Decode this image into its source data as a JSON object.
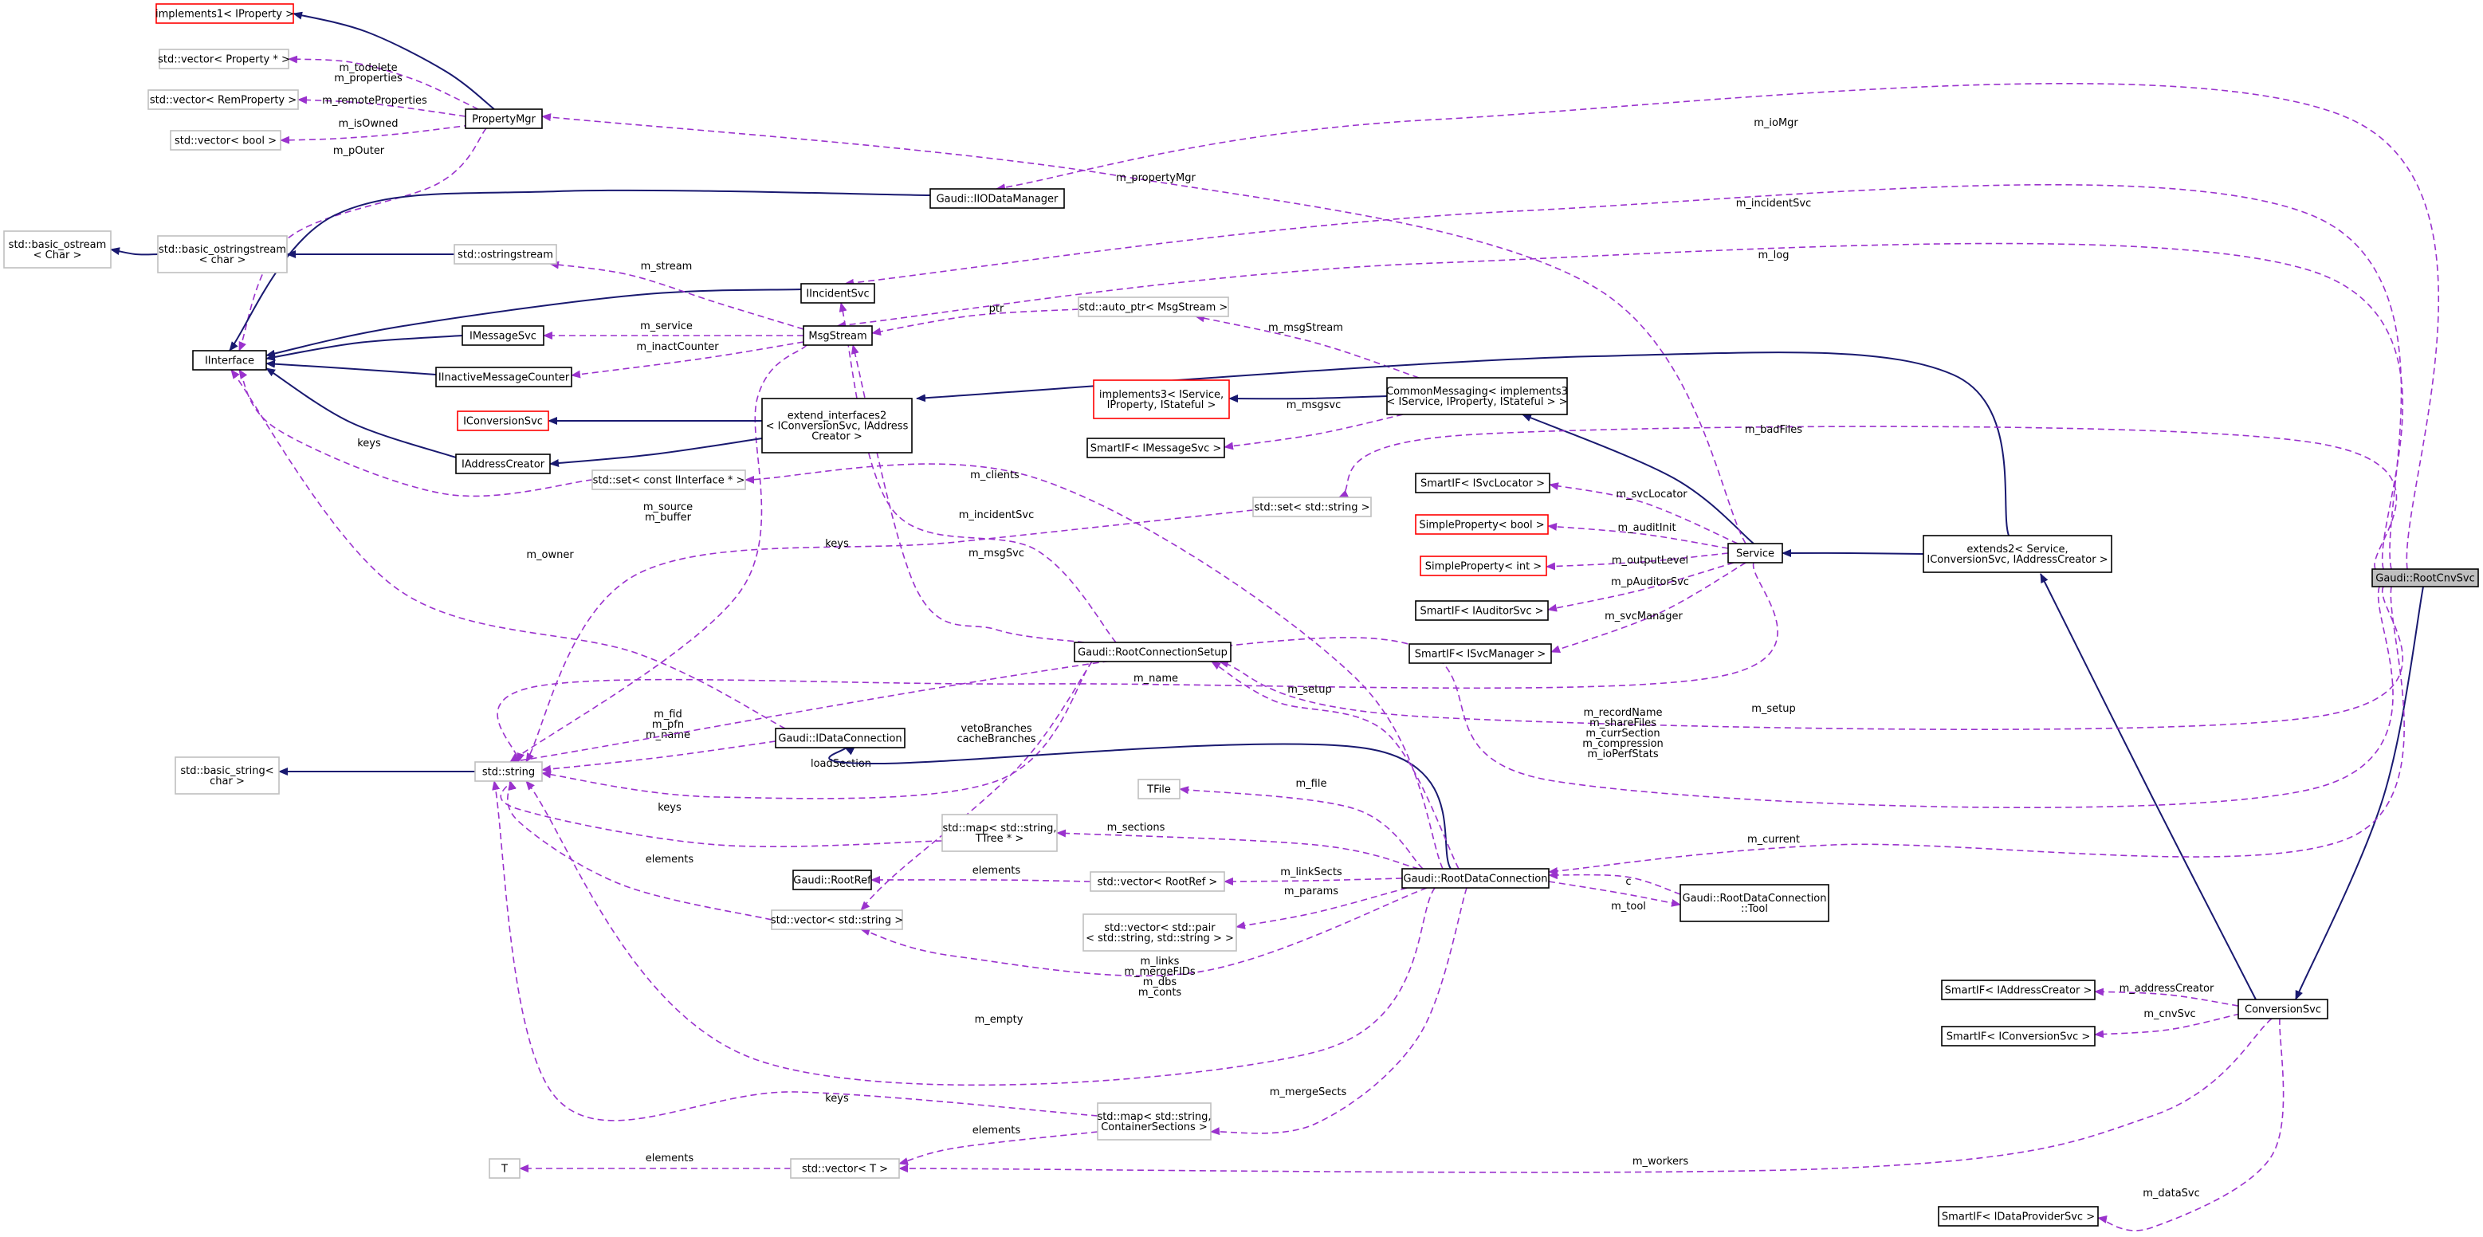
{
  "colors": {
    "inheritance": "#191970",
    "usage": "#9a32cd",
    "node_border": "#000000",
    "node_border_external": "#bfbfbf",
    "node_border_undocumented": "#ff0000",
    "selected_fill": "#bfbfbf"
  },
  "nodes": [
    {
      "id": "RootCnvSvc",
      "lines": [
        "Gaudi::RootCnvSvc"
      ],
      "style": "selected"
    },
    {
      "id": "implements1",
      "lines": [
        "implements1< IProperty >"
      ],
      "style": "red"
    },
    {
      "id": "vecProp",
      "lines": [
        "std::vector< Property * >"
      ],
      "style": "gray"
    },
    {
      "id": "vecRem",
      "lines": [
        "std::vector< RemProperty >"
      ],
      "style": "gray"
    },
    {
      "id": "vecBool",
      "lines": [
        "std::vector< bool >"
      ],
      "style": "gray"
    },
    {
      "id": "PropertyMgr",
      "lines": [
        "PropertyMgr"
      ],
      "style": "normal"
    },
    {
      "id": "basicOstream",
      "lines": [
        "std::basic_ostream",
        "< Char >"
      ],
      "style": "gray"
    },
    {
      "id": "basicOstringstream",
      "lines": [
        "std::basic_ostringstream",
        "< char >"
      ],
      "style": "gray"
    },
    {
      "id": "ostringstream",
      "lines": [
        "std::ostringstream"
      ],
      "style": "gray"
    },
    {
      "id": "IIODataManager",
      "lines": [
        "Gaudi::IIODataManager"
      ],
      "style": "normal"
    },
    {
      "id": "IInterface",
      "lines": [
        "IInterface"
      ],
      "style": "normal"
    },
    {
      "id": "IIncidentSvc",
      "lines": [
        "IIncidentSvc"
      ],
      "style": "normal"
    },
    {
      "id": "IMessageSvc",
      "lines": [
        "IMessageSvc"
      ],
      "style": "normal"
    },
    {
      "id": "MsgStream",
      "lines": [
        "MsgStream"
      ],
      "style": "normal"
    },
    {
      "id": "autoPtr",
      "lines": [
        "std::auto_ptr< MsgStream >"
      ],
      "style": "gray"
    },
    {
      "id": "IInactiveMessageCounter",
      "lines": [
        "IInactiveMessageCounter"
      ],
      "style": "normal"
    },
    {
      "id": "IConversionSvc",
      "lines": [
        "IConversionSvc"
      ],
      "style": "red"
    },
    {
      "id": "IAddressCreator",
      "lines": [
        "IAddressCreator"
      ],
      "style": "normal"
    },
    {
      "id": "extendInterfaces2",
      "lines": [
        "extend_interfaces2",
        "< IConversionSvc, IAddress",
        "Creator >"
      ],
      "style": "normal"
    },
    {
      "id": "implements3",
      "lines": [
        "implements3< IService,",
        "IProperty, IStateful >"
      ],
      "style": "red"
    },
    {
      "id": "CommonMessaging",
      "lines": [
        "CommonMessaging< implements3",
        "< IService, IProperty, IStateful > >"
      ],
      "style": "normal"
    },
    {
      "id": "SmartIFMsg",
      "lines": [
        "SmartIF< IMessageSvc >"
      ],
      "style": "normal"
    },
    {
      "id": "setIInterface",
      "lines": [
        "std::set< const IInterface * >"
      ],
      "style": "gray"
    },
    {
      "id": "setString",
      "lines": [
        "std::set< std::string >"
      ],
      "style": "gray"
    },
    {
      "id": "SmartIFSvcLocator",
      "lines": [
        "SmartIF< ISvcLocator >"
      ],
      "style": "normal"
    },
    {
      "id": "SimplePropBool",
      "lines": [
        "SimpleProperty< bool >"
      ],
      "style": "red"
    },
    {
      "id": "SimplePropInt",
      "lines": [
        "SimpleProperty< int >"
      ],
      "style": "red"
    },
    {
      "id": "SmartIFAuditor",
      "lines": [
        "SmartIF< IAuditorSvc >"
      ],
      "style": "normal"
    },
    {
      "id": "SmartIFSvcManager",
      "lines": [
        "SmartIF< ISvcManager >"
      ],
      "style": "normal"
    },
    {
      "id": "Service",
      "lines": [
        "Service"
      ],
      "style": "normal"
    },
    {
      "id": "extends2",
      "lines": [
        "extends2< Service,",
        "IConversionSvc, IAddressCreator >"
      ],
      "style": "normal"
    },
    {
      "id": "RootConnectionSetup",
      "lines": [
        "Gaudi::RootConnectionSetup"
      ],
      "style": "normal"
    },
    {
      "id": "basicString",
      "lines": [
        "std::basic_string<",
        "char >"
      ],
      "style": "gray"
    },
    {
      "id": "stdString",
      "lines": [
        "std::string"
      ],
      "style": "gray"
    },
    {
      "id": "IDataConnection",
      "lines": [
        "Gaudi::IDataConnection"
      ],
      "style": "normal"
    },
    {
      "id": "TFile",
      "lines": [
        "TFile"
      ],
      "style": "gray"
    },
    {
      "id": "mapTTree",
      "lines": [
        "std::map< std::string,",
        "TTree * >"
      ],
      "style": "gray"
    },
    {
      "id": "RootRef",
      "lines": [
        "Gaudi::RootRef"
      ],
      "style": "normal"
    },
    {
      "id": "vecRootRef",
      "lines": [
        "std::vector< RootRef >"
      ],
      "style": "gray"
    },
    {
      "id": "RootDataConnection",
      "lines": [
        "Gaudi::RootDataConnection"
      ],
      "style": "normal"
    },
    {
      "id": "Tool",
      "lines": [
        "Gaudi::RootDataConnection",
        "::Tool"
      ],
      "style": "normal"
    },
    {
      "id": "vecString",
      "lines": [
        "std::vector< std::string >"
      ],
      "style": "gray"
    },
    {
      "id": "vecPair",
      "lines": [
        "std::vector< std::pair",
        "< std::string, std::string > >"
      ],
      "style": "gray"
    },
    {
      "id": "SmartIFAddr",
      "lines": [
        "SmartIF< IAddressCreator >"
      ],
      "style": "normal"
    },
    {
      "id": "SmartIFConv",
      "lines": [
        "SmartIF< IConversionSvc >"
      ],
      "style": "normal"
    },
    {
      "id": "ConversionSvc",
      "lines": [
        "ConversionSvc"
      ],
      "style": "normal"
    },
    {
      "id": "mapContainer",
      "lines": [
        "std::map< std::string,",
        "ContainerSections >"
      ],
      "style": "gray"
    },
    {
      "id": "T",
      "lines": [
        "T"
      ],
      "style": "gray"
    },
    {
      "id": "vecT",
      "lines": [
        "std::vector< T >"
      ],
      "style": "gray"
    },
    {
      "id": "SmartIFDataProv",
      "lines": [
        "SmartIF< IDataProviderSvc >"
      ],
      "style": "normal"
    }
  ],
  "edges": [
    {
      "kind": "inherit",
      "from": "PropertyMgr",
      "to": "implements1",
      "labels": []
    },
    {
      "kind": "usage",
      "from": "PropertyMgr",
      "to": "vecProp",
      "labels": [
        "m_todelete",
        "m_properties"
      ]
    },
    {
      "kind": "usage",
      "from": "PropertyMgr",
      "to": "vecRem",
      "labels": [
        "m_remoteProperties"
      ]
    },
    {
      "kind": "usage",
      "from": "PropertyMgr",
      "to": "vecBool",
      "labels": [
        "m_isOwned"
      ]
    },
    {
      "kind": "usage",
      "from": "PropertyMgr",
      "to": "IInterface",
      "labels": [
        "m_pOuter"
      ]
    },
    {
      "kind": "inherit",
      "from": "basicOstringstream",
      "to": "basicOstream",
      "labels": []
    },
    {
      "kind": "inherit",
      "from": "ostringstream",
      "to": "basicOstringstream",
      "labels": []
    },
    {
      "kind": "inherit",
      "from": "IIODataManager",
      "to": "IInterface",
      "labels": []
    },
    {
      "kind": "inherit",
      "from": "IIncidentSvc",
      "to": "IInterface",
      "labels": []
    },
    {
      "kind": "inherit",
      "from": "IMessageSvc",
      "to": "IInterface",
      "labels": []
    },
    {
      "kind": "inherit",
      "from": "IInactiveMessageCounter",
      "to": "IInterface",
      "labels": []
    },
    {
      "kind": "inherit",
      "from": "IAddressCreator",
      "to": "IInterface",
      "labels": []
    },
    {
      "kind": "usage",
      "from": "MsgStream",
      "to": "ostringstream",
      "labels": [
        "m_stream"
      ]
    },
    {
      "kind": "usage",
      "from": "MsgStream",
      "to": "IMessageSvc",
      "labels": [
        "m_service"
      ]
    },
    {
      "kind": "usage",
      "from": "MsgStream",
      "to": "IInactiveMessageCounter",
      "labels": [
        "m_inactCounter"
      ]
    },
    {
      "kind": "usage",
      "from": "MsgStream",
      "to": "stdString",
      "labels": [
        "m_source",
        "m_buffer"
      ]
    },
    {
      "kind": "usage",
      "from": "autoPtr",
      "to": "MsgStream",
      "labels": [
        "ptr"
      ]
    },
    {
      "kind": "inherit",
      "from": "extendInterfaces2",
      "to": "IConversionSvc",
      "labels": []
    },
    {
      "kind": "inherit",
      "from": "extendInterfaces2",
      "to": "IAddressCreator",
      "labels": []
    },
    {
      "kind": "usage",
      "from": "setIInterface",
      "to": "IInterface",
      "labels": [
        "keys"
      ]
    },
    {
      "kind": "inherit",
      "from": "CommonMessaging",
      "to": "implements3",
      "labels": []
    },
    {
      "kind": "usage",
      "from": "CommonMessaging",
      "to": "autoPtr",
      "labels": [
        "m_msgStream"
      ]
    },
    {
      "kind": "usage",
      "from": "CommonMessaging",
      "to": "SmartIFMsg",
      "labels": [
        "m_msgsvc"
      ]
    },
    {
      "kind": "inherit",
      "from": "Service",
      "to": "CommonMessaging",
      "labels": []
    },
    {
      "kind": "usage",
      "from": "Service",
      "to": "SmartIFSvcLocator",
      "labels": [
        "m_svcLocator"
      ]
    },
    {
      "kind": "usage",
      "from": "Service",
      "to": "SimplePropBool",
      "labels": [
        "m_auditInit"
      ]
    },
    {
      "kind": "usage",
      "from": "Service",
      "to": "SimplePropInt",
      "labels": [
        "m_outputLevel"
      ]
    },
    {
      "kind": "usage",
      "from": "Service",
      "to": "SmartIFAuditor",
      "labels": [
        "m_pAuditorSvc"
      ]
    },
    {
      "kind": "usage",
      "from": "Service",
      "to": "SmartIFSvcManager",
      "labels": [
        "m_svcManager"
      ]
    },
    {
      "kind": "usage",
      "from": "Service",
      "to": "PropertyMgr",
      "labels": [
        "m_propertyMgr"
      ]
    },
    {
      "kind": "usage",
      "from": "Service",
      "to": "stdString",
      "labels": [
        "m_name"
      ]
    },
    {
      "kind": "inherit",
      "from": "extends2",
      "to": "Service",
      "labels": []
    },
    {
      "kind": "inherit",
      "from": "extends2",
      "to": "extendInterfaces2",
      "labels": []
    },
    {
      "kind": "usage",
      "from": "setString",
      "to": "stdString",
      "labels": [
        "keys"
      ]
    },
    {
      "kind": "usage",
      "from": "RootConnectionSetup",
      "to": "IIncidentSvc",
      "labels": [
        "m_incidentSvc"
      ]
    },
    {
      "kind": "usage",
      "from": "RootConnectionSetup",
      "to": "MsgStream",
      "labels": [
        "m_msgSvc"
      ]
    },
    {
      "kind": "usage",
      "from": "RootConnectionSetup",
      "to": "stdString",
      "labels": [
        "loadSection"
      ]
    },
    {
      "kind": "usage",
      "from": "RootConnectionSetup",
      "to": "vecString",
      "labels": [
        "vetoBranches",
        "cacheBranches"
      ]
    },
    {
      "kind": "inherit",
      "from": "stdString",
      "to": "basicString",
      "labels": []
    },
    {
      "kind": "usage",
      "from": "IDataConnection",
      "to": "IInterface",
      "labels": [
        "m_owner"
      ]
    },
    {
      "kind": "usage",
      "from": "IDataConnection",
      "to": "stdString",
      "labels": [
        "m_fid",
        "m_pfn",
        "m_name"
      ]
    },
    {
      "kind": "inherit",
      "from": "RootDataConnection",
      "to": "IDataConnection",
      "labels": []
    },
    {
      "kind": "usage",
      "from": "RootDataConnection",
      "to": "TFile",
      "labels": [
        "m_file"
      ]
    },
    {
      "kind": "usage",
      "from": "RootDataConnection",
      "to": "mapTTree",
      "labels": [
        "m_sections"
      ]
    },
    {
      "kind": "usage",
      "from": "RootDataConnection",
      "to": "vecRootRef",
      "labels": [
        "m_linkSects"
      ]
    },
    {
      "kind": "usage",
      "from": "RootDataConnection",
      "to": "vecPair",
      "labels": [
        "m_params"
      ]
    },
    {
      "kind": "usage",
      "from": "RootDataConnection",
      "to": "RootConnectionSetup",
      "labels": [
        "m_setup"
      ]
    },
    {
      "kind": "usage",
      "from": "RootDataConnection",
      "to": "Tool",
      "labels": [
        "m_tool"
      ]
    },
    {
      "kind": "usage",
      "from": "RootDataConnection",
      "to": "vecString",
      "labels": [
        "m_links",
        "m_mergeFIDs",
        "m_dbs",
        "m_conts"
      ]
    },
    {
      "kind": "usage",
      "from": "RootDataConnection",
      "to": "stdString",
      "labels": [
        "m_empty"
      ]
    },
    {
      "kind": "usage",
      "from": "RootDataConnection",
      "to": "mapContainer",
      "labels": [
        "m_mergeSects"
      ]
    },
    {
      "kind": "usage",
      "from": "RootDataConnection",
      "to": "setIInterface",
      "labels": [
        "m_clients"
      ]
    },
    {
      "kind": "usage",
      "from": "Tool",
      "to": "RootDataConnection",
      "labels": [
        "c"
      ]
    },
    {
      "kind": "usage",
      "from": "mapTTree",
      "to": "stdString",
      "labels": [
        "keys"
      ]
    },
    {
      "kind": "usage",
      "from": "vecRootRef",
      "to": "RootRef",
      "labels": [
        "elements"
      ]
    },
    {
      "kind": "usage",
      "from": "vecString",
      "to": "stdString",
      "labels": [
        "elements"
      ]
    },
    {
      "kind": "usage",
      "from": "mapContainer",
      "to": "stdString",
      "labels": [
        "keys"
      ]
    },
    {
      "kind": "usage",
      "from": "mapContainer",
      "to": "vecT",
      "labels": [
        "elements"
      ]
    },
    {
      "kind": "usage",
      "from": "vecT",
      "to": "T",
      "labels": [
        "elements"
      ]
    },
    {
      "kind": "inherit",
      "from": "ConversionSvc",
      "to": "extends2",
      "labels": []
    },
    {
      "kind": "usage",
      "from": "ConversionSvc",
      "to": "SmartIFAddr",
      "labels": [
        "m_addressCreator"
      ]
    },
    {
      "kind": "usage",
      "from": "ConversionSvc",
      "to": "SmartIFConv",
      "labels": [
        "m_cnvSvc"
      ]
    },
    {
      "kind": "usage",
      "from": "ConversionSvc",
      "to": "SmartIFDataProv",
      "labels": [
        "m_dataSvc"
      ]
    },
    {
      "kind": "usage",
      "from": "ConversionSvc",
      "to": "vecT",
      "labels": [
        "m_workers"
      ]
    },
    {
      "kind": "inherit",
      "from": "RootCnvSvc",
      "to": "ConversionSvc",
      "labels": []
    },
    {
      "kind": "usage",
      "from": "RootCnvSvc",
      "to": "IIODataManager",
      "labels": [
        "m_ioMgr"
      ]
    },
    {
      "kind": "usage",
      "from": "RootCnvSvc",
      "to": "IIncidentSvc",
      "labels": [
        "m_incidentSvc"
      ]
    },
    {
      "kind": "usage",
      "from": "RootCnvSvc",
      "to": "MsgStream",
      "labels": [
        "m_log"
      ]
    },
    {
      "kind": "usage",
      "from": "RootCnvSvc",
      "to": "setString",
      "labels": [
        "m_badFiles"
      ]
    },
    {
      "kind": "usage",
      "from": "RootCnvSvc",
      "to": "RootConnectionSetup",
      "labels": [
        "m_setup"
      ]
    },
    {
      "kind": "usage",
      "from": "RootCnvSvc",
      "to": "stdString",
      "labels": [
        "m_recordName",
        "m_shareFiles",
        "m_currSection",
        "m_compression",
        "m_ioPerfStats"
      ]
    },
    {
      "kind": "usage",
      "from": "RootCnvSvc",
      "to": "RootDataConnection",
      "labels": [
        "m_current"
      ]
    }
  ]
}
